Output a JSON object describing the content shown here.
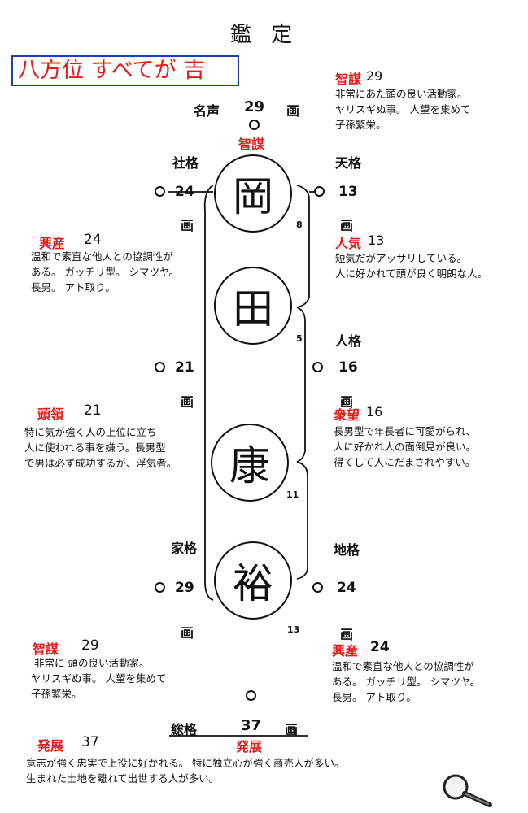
{
  "title": "鑑 定",
  "banner": "八方位 すべてが 吉",
  "name_chars": [
    "岡",
    "田",
    "康",
    "裕"
  ],
  "strokes": [
    "8",
    "5",
    "11",
    "13"
  ],
  "meiseki": {
    "label": "名声",
    "value": "29",
    "unit": "画",
    "tag": "智謀"
  },
  "top_right": {
    "head": "智謀",
    "num": "29",
    "lines": [
      "非常にあた頭の良い活動家。",
      "ヤリスギぬ事。 人望を集めて",
      "子孫繁栄。"
    ]
  },
  "shakaku": {
    "label": "社格",
    "value": "24",
    "unit": "画"
  },
  "tenkaku": {
    "label": "天格",
    "value": "13",
    "unit": "画"
  },
  "left1": {
    "head": "興産",
    "num": "24",
    "lines": [
      "温和で素直な他人との協調性が",
      "ある。 ガッチリ型。 シマツヤ。",
      "長男。 アト取り。"
    ]
  },
  "right1": {
    "head": "人気",
    "num": "13",
    "lines": [
      "短気だがアッサリしている。",
      "人に好かれて頭が良く明朗な人。"
    ]
  },
  "jinkaku": {
    "label": "人格",
    "value": "16",
    "unit": "画"
  },
  "left_mid": {
    "value": "21",
    "unit": "画"
  },
  "left2": {
    "head": "頭領",
    "num": "21",
    "lines": [
      "特に気が強く人の上位に立ち",
      "人に使われる事を嫌う。長男型",
      "で男は必ず成功するが、浮気者。"
    ]
  },
  "right2": {
    "head": "衆望",
    "num": "16",
    "lines": [
      "長男型で年長者に可愛がられ、",
      "人に好かれ人の面倒見が良い。",
      "得てして人にだまされやすい。"
    ]
  },
  "kakaku": {
    "label": "家格",
    "value": "29",
    "unit": "画"
  },
  "chikaku": {
    "label": "地格",
    "value": "24",
    "unit": "画"
  },
  "left3": {
    "head": "智謀",
    "num": "29",
    "lines": [
      "非常に 頭の良い活動家。",
      "ヤリスギぬ事。 人望を集めて",
      "子孫繁栄。"
    ]
  },
  "right3": {
    "head": "興産",
    "num": "24",
    "lines": [
      "温和で素直な他人との協調性が",
      "ある。 ガッチリ型。 シマツヤ。",
      "長男。 アト取り。"
    ]
  },
  "soukaku": {
    "label": "総格",
    "value": "37",
    "unit": "画",
    "tag": "発展"
  },
  "bottom": {
    "head": "発展",
    "num": "37",
    "lines": [
      "意志が強く忠実で上役に好かれる。 特に独立心が強く商売人が多い。",
      "生まれた土地を離れて出世する人が多い。"
    ]
  },
  "icons": {
    "zoom": "magnifier-icon"
  }
}
